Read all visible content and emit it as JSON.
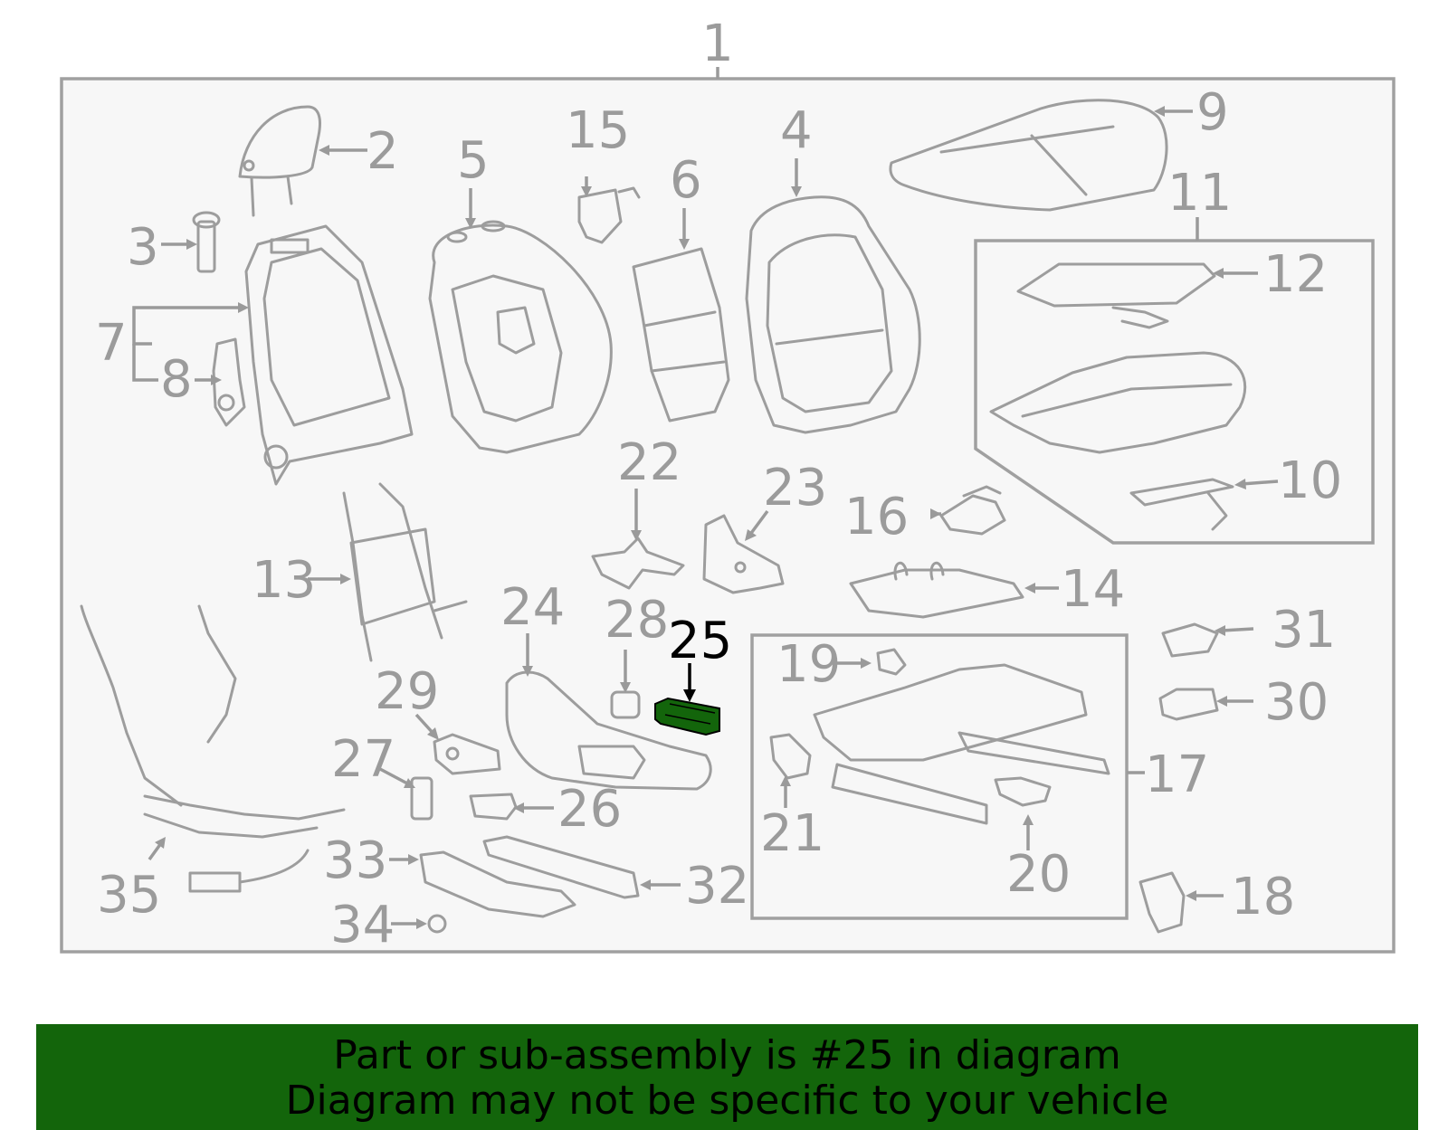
{
  "diagram": {
    "callouts": [
      "1",
      "2",
      "3",
      "4",
      "5",
      "6",
      "7",
      "8",
      "9",
      "10",
      "11",
      "12",
      "13",
      "14",
      "15",
      "16",
      "17",
      "18",
      "19",
      "20",
      "21",
      "22",
      "23",
      "24",
      "25",
      "26",
      "27",
      "28",
      "29",
      "30",
      "31",
      "32",
      "33",
      "34",
      "35"
    ],
    "highlighted_part": "25",
    "highlight_color": "#13650b",
    "frame_color": "#a0a0a0",
    "panel_background": "#f7f7f7"
  },
  "banner": {
    "line1": "Part or sub-assembly is #25 in diagram",
    "line2": "Diagram may not be specific to your vehicle",
    "background": "#13650b"
  }
}
